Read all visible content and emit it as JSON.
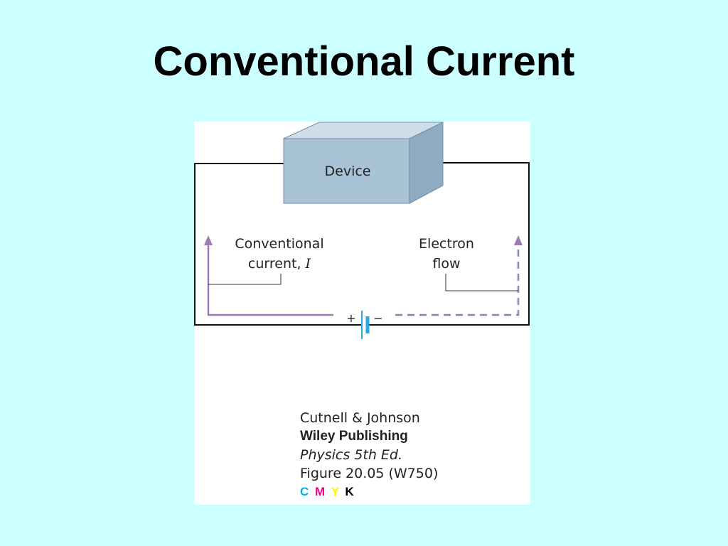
{
  "slide": {
    "title": "Conventional Current"
  },
  "diagram": {
    "device_label": "Device",
    "conventional_line1": "Conventional",
    "conventional_line2": "current, ",
    "conventional_symbol": "I",
    "electron_line1": "Electron",
    "electron_line2": "flow",
    "battery_plus": "+",
    "battery_minus": "−",
    "colors": {
      "device_fill": "#a9c3d6",
      "device_top": "#cfdde8",
      "device_side": "#8fabc0",
      "arrow": "#9b7bb0",
      "battery": "#29a8e0",
      "wire": "#111111"
    }
  },
  "credits": {
    "author": "Cutnell & Johnson",
    "publisher": "Wiley Publishing",
    "edition": "Physics 5th Ed.",
    "figure": "Figure 20.05 (W750)",
    "cmyk": [
      "C",
      "M",
      "Y",
      "K"
    ]
  }
}
